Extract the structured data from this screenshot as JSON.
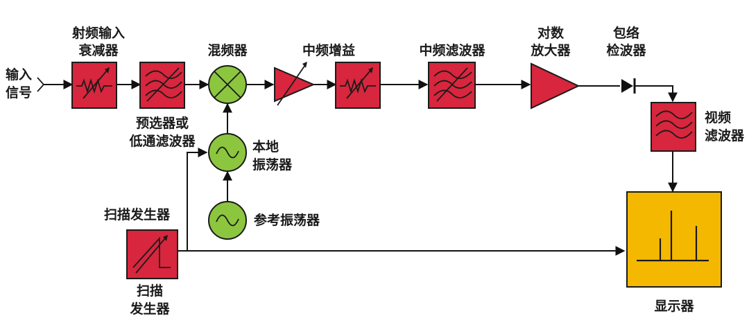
{
  "labels": {
    "input": [
      "输入",
      "信号"
    ],
    "rf_atten": [
      "射频输入",
      "衰减器"
    ],
    "preselector": [
      "预选器或",
      "低通滤波器"
    ],
    "mixer": "混频器",
    "if_gain": "中频增益",
    "if_filter": "中频滤波器",
    "log_amp": [
      "对数",
      "放大器"
    ],
    "envelope_det": [
      "包络",
      "检波器"
    ],
    "video_filter": [
      "视频",
      "滤波器"
    ],
    "local_osc": [
      "本地",
      "振荡器"
    ],
    "ref_osc": "参考振荡器",
    "sweep_top": "扫描发生器",
    "sweep_bottom": [
      "扫描",
      "发生器"
    ],
    "display": "显示器"
  },
  "colors": {
    "block": "#d7263d",
    "oscillator": "#8cc63f",
    "display": "#f5b800",
    "line": "#111111"
  }
}
